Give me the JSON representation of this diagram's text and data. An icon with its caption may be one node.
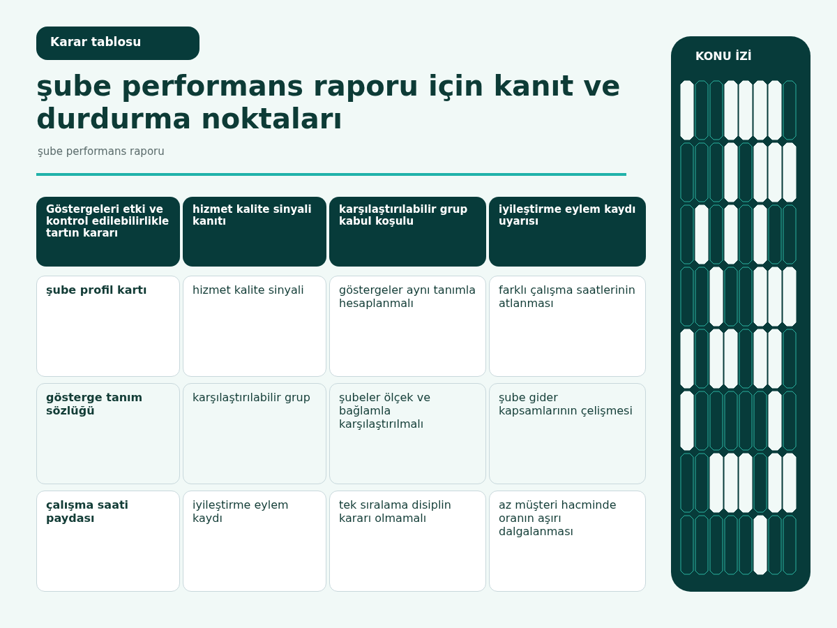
{
  "diagram": {
    "title": "şube performans raporu için kanıt ve durdurma noktaları",
    "labels": [
      "Karar tablosu",
      "şube performans raporu",
      "Göstergeleri etki ve kontrol edilebilirlikle tartın kararı",
      "hizmet kalite sinyali kanıtı",
      "karşılaştırılabilir grup kabul koşulu",
      "iyileştirme eylem kaydı uyarısı",
      "şube profil kartı",
      "hizmet kalite sinyali",
      "göstergeler aynı tanımla hesaplanmalı",
      "farklı çalışma saatlerinin atlanması",
      "gösterge tanım sözlüğü",
      "karşılaştırılabilir grup",
      "şubeler ölçek ve bağlamla karşılaştırılmalı",
      "şube gider kapsamlarının çelişmesi",
      "çalışma saati paydası",
      "iyileştirme eylem kaydı",
      "tek sıralama disiplin kararı olmamalı",
      "az müşteri hacminde oranın aşırı dalgalanması",
      "KONU İZİ"
    ]
  }
}
